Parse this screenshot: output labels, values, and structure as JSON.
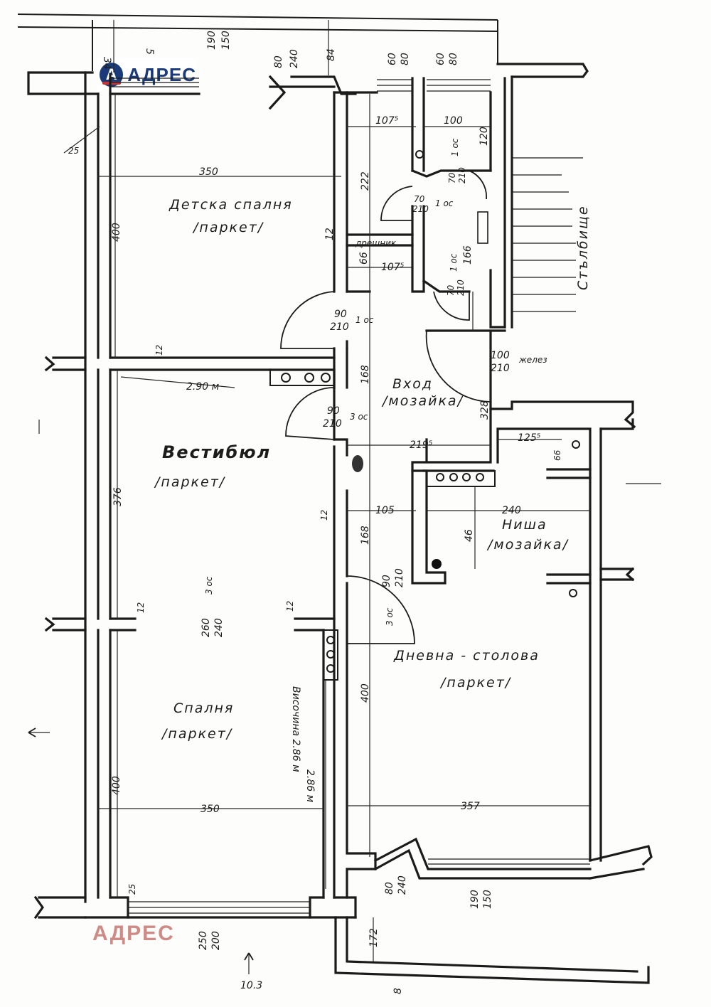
{
  "logo": {
    "badge": "А",
    "text": "АДРЕС"
  },
  "watermark": "АДРЕС",
  "rooms": {
    "children_bedroom": "Детска спалня",
    "children_bedroom_floor": "/паркет/",
    "vestibule": "Вестибюл",
    "vestibule_floor": "/паркет/",
    "bedroom": "Спалня",
    "bedroom_floor": "/паркет/",
    "entrance": "Вход",
    "entrance_floor": "/мозайка/",
    "niche": "Ниша",
    "niche_floor": "/мозайка/",
    "living": "Дневна - столова",
    "living_floor": "/паркет/",
    "stairs": "Стълбище",
    "storage": "дрешник"
  },
  "notes": {
    "ceiling_height": "Височина 2.86 м",
    "ceiling_height_alt": "2.86 м",
    "width_note": "2.90 м",
    "north_mark": "10.3"
  },
  "dimensions": {
    "top_34": "34",
    "top_5": "5",
    "win_top1_a": "190",
    "win_top1_b": "150",
    "door_top_a": "80",
    "door_top_b": "240",
    "top_84": "84",
    "win_top2_a": "60",
    "win_top2_b": "80",
    "win_top3_a": "60",
    "win_top3_b": "80",
    "d_107_5": "107⁵",
    "d_100": "100",
    "d_120": "120",
    "d_350_top": "350",
    "d_222": "222",
    "d_400_top": "400",
    "d_12_a": "12",
    "d_66": "66",
    "d_107_5b": "107⁵",
    "d_166": "166",
    "d_168_a": "168",
    "d_328": "328",
    "d_219_5": "219⁵",
    "d_125_5": "125⁵",
    "d_66_b": "66",
    "d_376": "376",
    "d_105": "105",
    "d_240": "240",
    "d_46": "46",
    "d_168_b": "168",
    "d_400_mid": "400",
    "d_400_low": "400",
    "d_350_low": "350",
    "d_357": "357",
    "d_25_top": "25",
    "d_25_low": "25",
    "d_12_b": "12",
    "d_12_c": "12",
    "d_12_d": "12",
    "d_12_e": "12",
    "d_172": "172",
    "d_8": "8",
    "win_low1_a": "250",
    "win_low1_b": "200",
    "door_low_a": "80",
    "door_low_b": "240",
    "win_low2_a": "190",
    "win_low2_b": "150"
  },
  "doors": {
    "wc1_a": "70",
    "wc1_b": "210",
    "wc1_c": "1 ос",
    "wc2_a": "70",
    "wc2_b": "210",
    "wc2_c": "1 ос",
    "wc3_a": "70",
    "wc3_b": "210",
    "wc3_c": "1 ос",
    "child_a": "90",
    "child_b": "210",
    "child_c": "1 ос",
    "vest_a": "90",
    "vest_b": "210",
    "vest_c": "3 ос",
    "entry_a": "100",
    "entry_b": "210",
    "entry_c": "желез",
    "living_a": "90",
    "living_b": "210",
    "living_c": "3 ос",
    "bed_a": "260",
    "bed_b": "240",
    "bed_c": "3 ос"
  }
}
